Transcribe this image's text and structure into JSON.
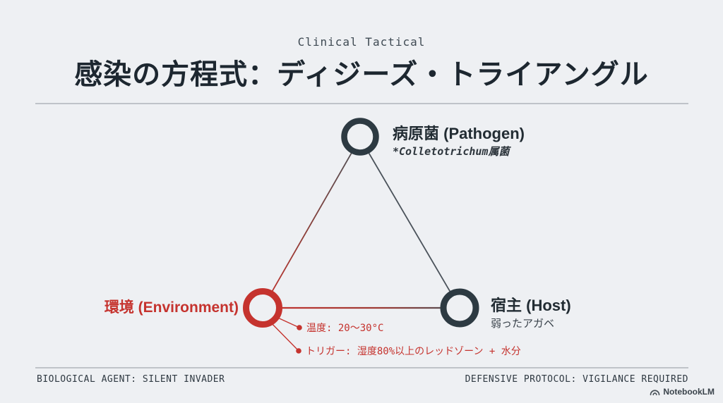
{
  "header": {
    "kicker": "Clinical Tactical",
    "title": "感染の方程式：ディジーズ・トライアングル"
  },
  "diagram": {
    "nodes": {
      "pathogen": {
        "label": "病原菌 (Pathogen)",
        "sublabel": "*Colletotrichum属菌"
      },
      "host": {
        "label": "宿主 (Host)",
        "sublabel": "弱ったアガベ"
      },
      "environment": {
        "label": "環境 (Environment)"
      }
    },
    "annotations": [
      "温度: 20〜30°C",
      "トリガー: 湿度80%以上のレッドゾーン + 水分"
    ]
  },
  "footer": {
    "left": "BIOLOGICAL AGENT: SILENT INVADER",
    "right": "DEFENSIVE PROTOCOL: VIGILANCE REQUIRED",
    "brand": "NotebookLM"
  },
  "colors": {
    "accent_red": "#c5332e",
    "node_dark": "#2d3a42",
    "background": "#eef0f3"
  }
}
